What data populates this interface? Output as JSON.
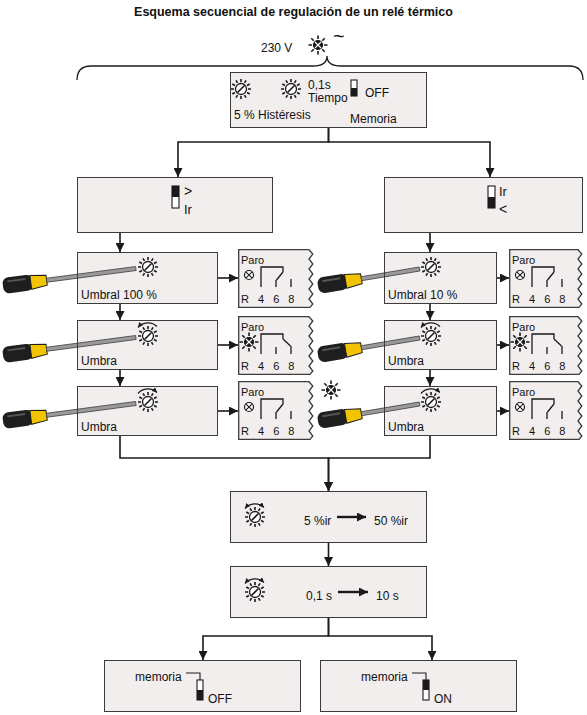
{
  "diagram": {
    "title": "Esquema secuencial de regulación de un relé térmico",
    "nodes": [
      {
        "text": [
          "0,1s",
          "Tiempo",
          "OFF",
          "5 % Histéresis",
          "Memoria"
        ]
      },
      {
        "text": [
          ">",
          "Ir"
        ]
      },
      {
        "text": [
          "Ir",
          "<"
        ]
      },
      {
        "text": [
          "Umbral 100 %"
        ]
      },
      {
        "text": [
          "Paro",
          "R 4 6 8"
        ]
      },
      {
        "text": [
          "Umbral 10 %"
        ]
      },
      {
        "text": [
          "Paro",
          "R 4 6 8"
        ]
      },
      {
        "text": [
          "Umbra"
        ]
      },
      {
        "text": [
          "Paro",
          "R 4 6 8"
        ]
      },
      {
        "text": [
          "Umbra"
        ]
      },
      {
        "text": [
          "Paro",
          "R 4 6 8"
        ]
      },
      {
        "text": [
          "Umbra"
        ]
      },
      {
        "text": [
          "Paro",
          "R 4 6 8"
        ]
      },
      {
        "text": [
          "Umbra"
        ]
      },
      {
        "text": [
          "Paro",
          "R 4 6 8"
        ]
      },
      {
        "text": [
          "5 %ir",
          "50 %ir"
        ]
      },
      {
        "text": [
          "0,1 s",
          "10 s"
        ]
      },
      {
        "text": [
          "memoria",
          "OFF"
        ]
      },
      {
        "text": [
          "memoria",
          "ON"
        ]
      }
    ],
    "edges": [
      {
        "from": 0,
        "to": 1,
        "arrow": "to"
      },
      {
        "from": 0,
        "to": 2,
        "arrow": "to"
      },
      {
        "from": 1,
        "to": 3,
        "arrow": "to"
      },
      {
        "from": 2,
        "to": 5,
        "arrow": "to"
      },
      {
        "from": 3,
        "to": 4,
        "arrow": "to"
      },
      {
        "from": 5,
        "to": 6,
        "arrow": "to"
      },
      {
        "from": 3,
        "to": 7,
        "arrow": "to"
      },
      {
        "from": 5,
        "to": 9,
        "arrow": "to"
      },
      {
        "from": 7,
        "to": 8,
        "arrow": "to"
      },
      {
        "from": 9,
        "to": 10,
        "arrow": "to"
      },
      {
        "from": 7,
        "to": 11,
        "arrow": "to"
      },
      {
        "from": 9,
        "to": 13,
        "arrow": "to"
      },
      {
        "from": 11,
        "to": 12,
        "arrow": "to"
      },
      {
        "from": 13,
        "to": 14,
        "arrow": "to"
      },
      {
        "from": 11,
        "to": 15,
        "arrow": "to"
      },
      {
        "from": 13,
        "to": 15,
        "arrow": "to"
      },
      {
        "from": 15,
        "to": 16,
        "arrow": "to"
      },
      {
        "from": 16,
        "to": 17,
        "arrow": "to"
      },
      {
        "from": 16,
        "to": 18,
        "arrow": "to"
      }
    ],
    "labels": [
      "230 V",
      "~"
    ]
  }
}
